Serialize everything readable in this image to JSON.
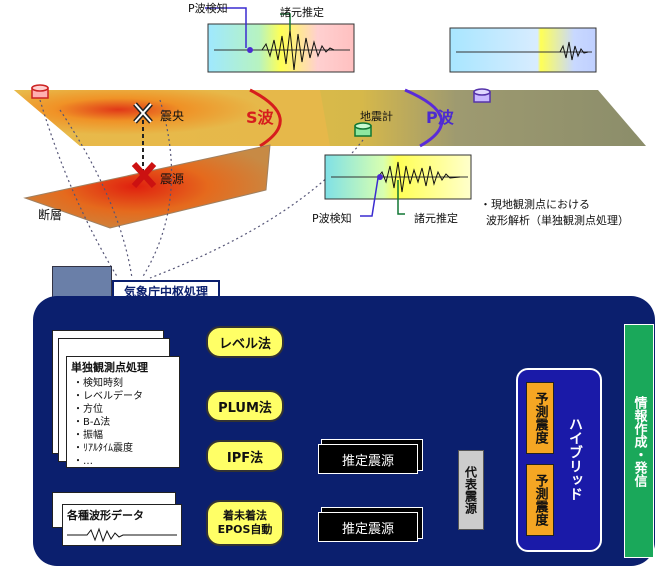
{
  "top": {
    "wave_top_left": {
      "p_detect": "P波検知",
      "param_est": "諸元推定"
    },
    "wave_bottom": {
      "p_detect": "P波検知",
      "param_est": "諸元推定"
    },
    "epicenter": "震央",
    "hypocenter": "震源",
    "fault": "断層",
    "s_wave": "S波",
    "p_wave": "P波",
    "seismometer": "地震計",
    "site_note_line1": "・現地観測点における",
    "site_note_line2": "波形解析（単独観測点処理）",
    "jma_center": "気象庁中枢処理"
  },
  "panel": {
    "single_station": {
      "title": "単独観測点処理",
      "items": [
        "・検知時刻",
        "・レベルデータ",
        "・方位",
        "・B-Δ法",
        "・振幅",
        "・ﾘｱﾙﾀｲﾑ震度",
        "・…"
      ]
    },
    "waveform_data": "各種波形データ",
    "methods": {
      "level": "レベル法",
      "plum": "PLUM法",
      "ipf": "IPF法",
      "epos_line1": "着未着法",
      "epos_line2": "EPOS自動"
    },
    "estimated_source_1": "推定震源",
    "estimated_source_2": "推定震源",
    "representative_source": "代表震源",
    "predicted_intensity_1": "予測震度",
    "predicted_intensity_2": "予測震度",
    "hybrid": "ハイブリッド",
    "info_output": "情報作成・発信"
  }
}
